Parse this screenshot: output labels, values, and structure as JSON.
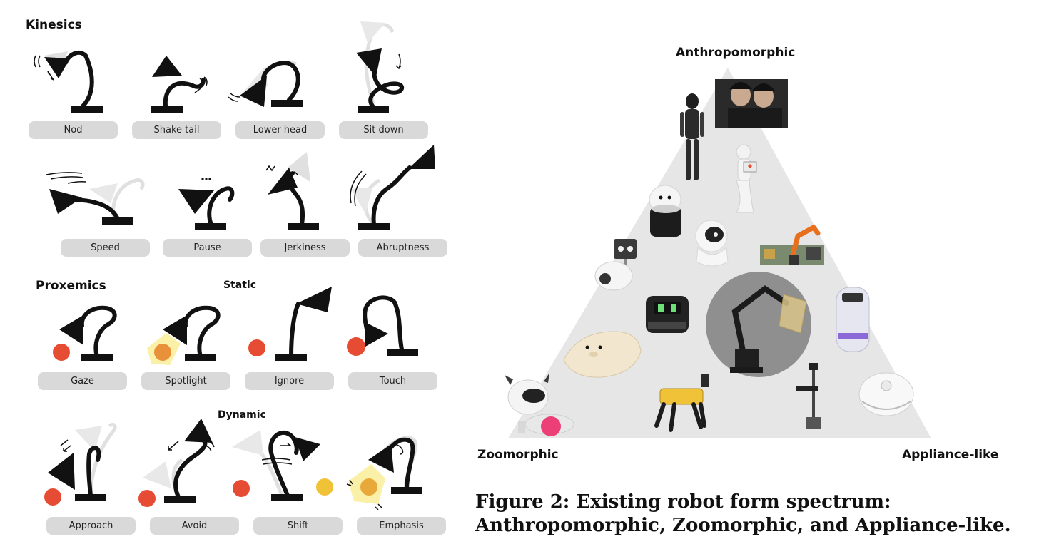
{
  "kinesics": {
    "title": "Kinesics",
    "items": [
      {
        "label": "Nod",
        "icon": "lamp-nod-icon"
      },
      {
        "label": "Shake tail",
        "icon": "lamp-shake-tail-icon"
      },
      {
        "label": "Lower head",
        "icon": "lamp-lower-head-icon"
      },
      {
        "label": "Sit down",
        "icon": "lamp-sit-down-icon"
      },
      {
        "label": "Speed",
        "icon": "lamp-speed-icon"
      },
      {
        "label": "Pause",
        "icon": "lamp-pause-icon"
      },
      {
        "label": "Jerkiness",
        "icon": "lamp-jerkiness-icon"
      },
      {
        "label": "Abruptness",
        "icon": "lamp-abruptness-icon"
      }
    ]
  },
  "proxemics": {
    "title": "Proxemics",
    "static_title": "Static",
    "dynamic_title": "Dynamic",
    "static_items": [
      {
        "label": "Gaze",
        "icon": "lamp-gaze-icon"
      },
      {
        "label": "Spotlight",
        "icon": "lamp-spotlight-icon"
      },
      {
        "label": "Ignore",
        "icon": "lamp-ignore-icon"
      },
      {
        "label": "Touch",
        "icon": "lamp-touch-icon"
      }
    ],
    "dynamic_items": [
      {
        "label": "Approach",
        "icon": "lamp-approach-icon"
      },
      {
        "label": "Avoid",
        "icon": "lamp-avoid-icon"
      },
      {
        "label": "Shift",
        "icon": "lamp-shift-icon"
      },
      {
        "label": "Emphasis",
        "icon": "lamp-emphasis-icon"
      }
    ]
  },
  "spectrum": {
    "top_label": "Anthropomorphic",
    "left_label": "Zoomorphic",
    "right_label": "Appliance-like",
    "robots": [
      "humanoid-robot-icon",
      "android-twins-photo",
      "pepper-robot-icon",
      "cylinder-robot-icon",
      "jibo-robot-icon",
      "industrial-arm-icon",
      "screen-robot-icon",
      "vector-robot-icon",
      "lamp-arm-robot-icon",
      "delivery-robot-icon",
      "seal-robot-icon",
      "dog-robot-icon",
      "quadruped-robot-icon",
      "camera-stand-icon",
      "vacuum-robot-icon"
    ],
    "colors": {
      "triangle": "#e6e6e6",
      "highlight_circle": "#8f8f8f",
      "accent_red": "#e64c33",
      "accent_yellow": "#f0c238"
    }
  },
  "caption": "Figure 2: Existing robot form spectrum: Anthropomorphic, Zoomorphic, and Appliance-like."
}
